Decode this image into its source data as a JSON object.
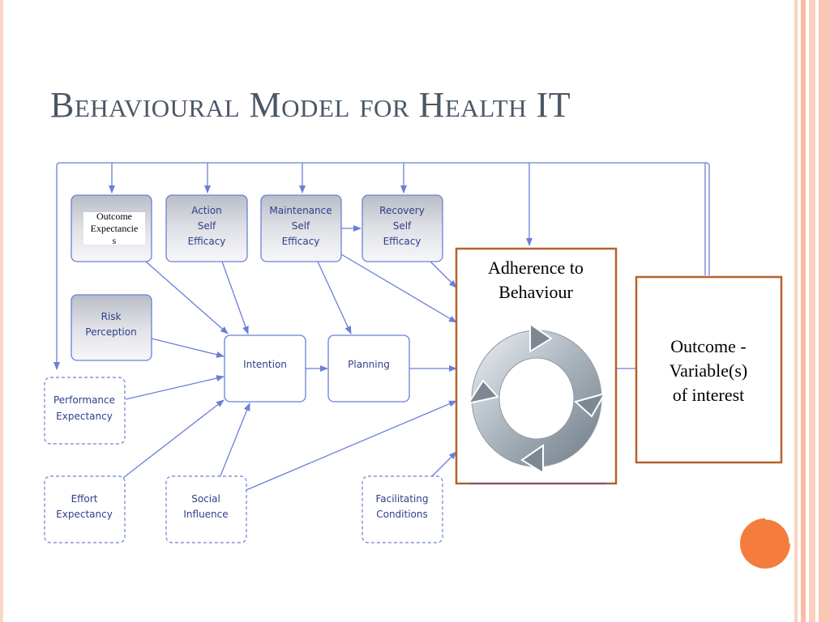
{
  "slide": {
    "title": "Behavioural Model for Health IT"
  },
  "diagram": {
    "outcome_expectancies": [
      "Outcome",
      "Expectancie",
      "s"
    ],
    "action_self_efficacy": [
      "Action",
      "Self",
      "Efficacy"
    ],
    "maintenance_self_efficacy": [
      "Maintenance",
      "Self",
      "Efficacy"
    ],
    "recovery_self_efficacy": [
      "Recovery",
      "Self",
      "Efficacy"
    ],
    "risk_perception": [
      "Risk",
      "Perception"
    ],
    "intention": "Intention",
    "planning": "Planning",
    "performance_expectancy": [
      "Performance",
      "Expectancy"
    ],
    "effort_expectancy": [
      "Effort",
      "Expectancy"
    ],
    "social_influence": [
      "Social",
      "Influence"
    ],
    "facilitating_conditions": [
      "Facilitating",
      "Conditions"
    ],
    "adherence": [
      "Adherence to",
      "Behaviour"
    ],
    "outcome": [
      "Outcome -",
      "Variable(s)",
      "of interest"
    ]
  },
  "colors": {
    "title": "#4b5766",
    "line": "#6b7fd7",
    "accent_orange": "#f47c3c",
    "box_border_brown": "#b4622b",
    "stripe": "#f9c4b0"
  }
}
